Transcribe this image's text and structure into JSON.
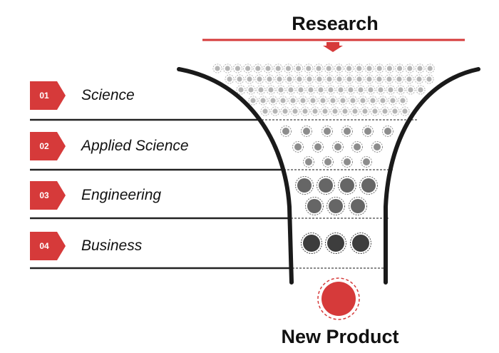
{
  "title": "Research",
  "result": "New Product",
  "colors": {
    "accent": "#d63a3a",
    "line": "#222222",
    "dot_light": "#b5b5b5",
    "dot_mid": "#8d8d8d",
    "dot_dark": "#666666",
    "dot_darkest": "#3d3d3d"
  },
  "stages": [
    {
      "num": "01",
      "label": "Science"
    },
    {
      "num": "02",
      "label": "Applied Science"
    },
    {
      "num": "03",
      "label": "Engineering"
    },
    {
      "num": "04",
      "label": "Business"
    }
  ]
}
